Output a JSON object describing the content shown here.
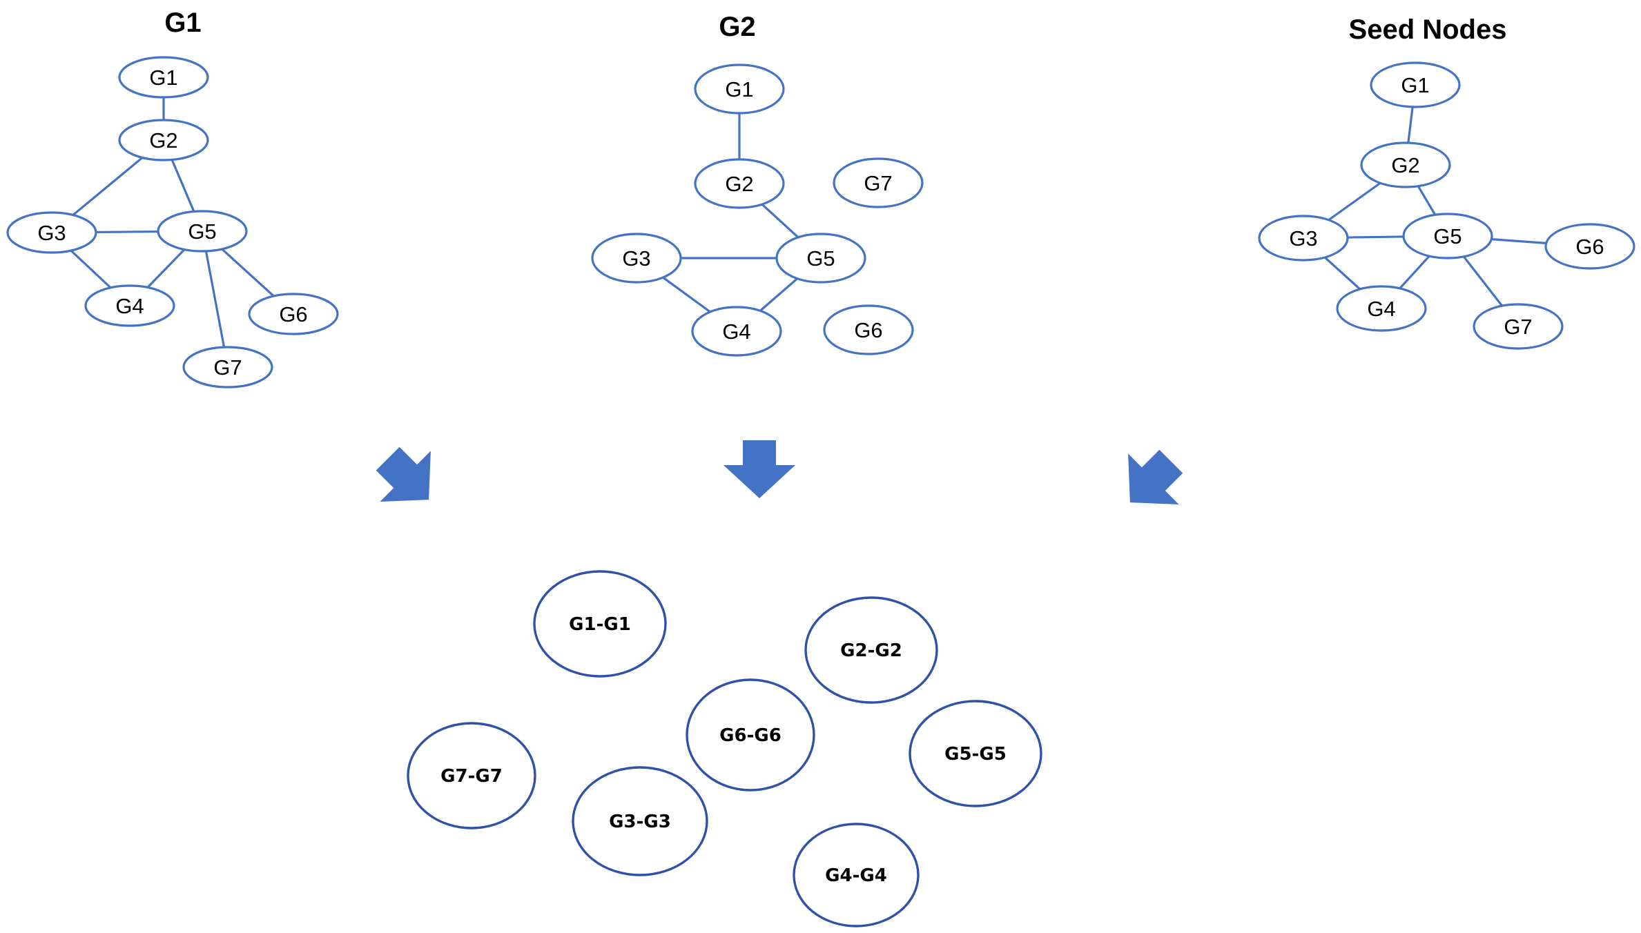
{
  "colors": {
    "node_stroke": "#4472C4",
    "edge": "#4472C4",
    "arrow_fill": "#4472C4",
    "merged_stroke": "#2F52A8"
  },
  "graphs": [
    {
      "id": "g1",
      "title": "G1",
      "nodes": [
        "G1",
        "G2",
        "G3",
        "G4",
        "G5",
        "G6",
        "G7"
      ],
      "edges": [
        [
          "G1",
          "G2"
        ],
        [
          "G2",
          "G3"
        ],
        [
          "G2",
          "G5"
        ],
        [
          "G3",
          "G5"
        ],
        [
          "G3",
          "G4"
        ],
        [
          "G4",
          "G5"
        ],
        [
          "G5",
          "G6"
        ],
        [
          "G5",
          "G7"
        ]
      ]
    },
    {
      "id": "g2",
      "title": "G2",
      "nodes": [
        "G1",
        "G2",
        "G7",
        "G3",
        "G5",
        "G4",
        "G6"
      ],
      "edges": [
        [
          "G1",
          "G2"
        ],
        [
          "G2",
          "G5"
        ],
        [
          "G3",
          "G5"
        ],
        [
          "G3",
          "G4"
        ],
        [
          "G4",
          "G5"
        ]
      ]
    },
    {
      "id": "seed",
      "title": "Seed Nodes",
      "nodes": [
        "G1",
        "G2",
        "G3",
        "G5",
        "G6",
        "G4",
        "G7"
      ],
      "edges": [
        [
          "G1",
          "G2"
        ],
        [
          "G2",
          "G3"
        ],
        [
          "G2",
          "G5"
        ],
        [
          "G3",
          "G5"
        ],
        [
          "G3",
          "G4"
        ],
        [
          "G4",
          "G5"
        ],
        [
          "G5",
          "G6"
        ],
        [
          "G5",
          "G7"
        ]
      ]
    }
  ],
  "arrows": [
    {
      "id": "left",
      "direction": "down-right"
    },
    {
      "id": "center",
      "direction": "down"
    },
    {
      "id": "right",
      "direction": "down-left"
    }
  ],
  "merged_nodes": [
    "G1-G1",
    "G2-G2",
    "G6-G6",
    "G5-G5",
    "G7-G7",
    "G3-G3",
    "G4-G4"
  ]
}
